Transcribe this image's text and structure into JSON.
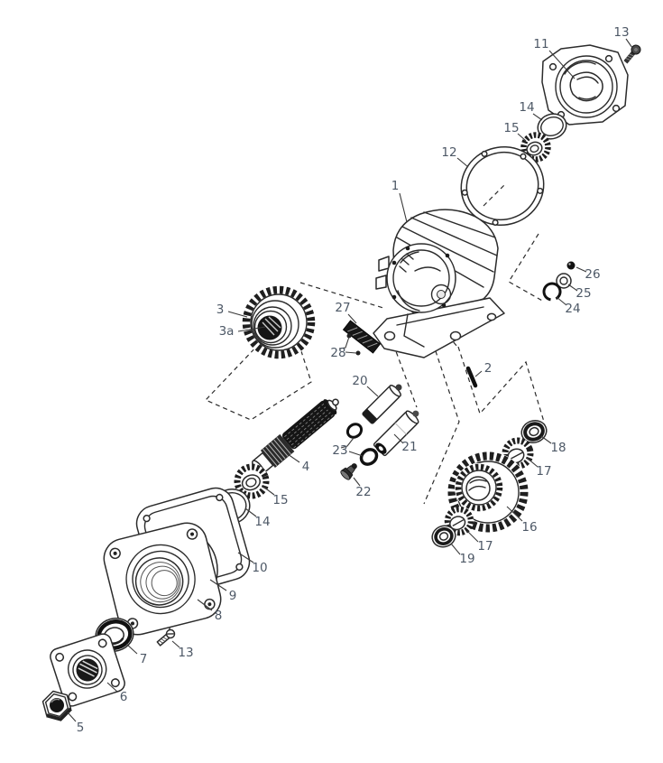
{
  "diagram": {
    "kind": "exploded-parts-diagram",
    "colors": {
      "background": "#ffffff",
      "line": "#2b2b2b",
      "dark_fill": "#1a1a1a",
      "label": "#4d5866"
    },
    "callouts": {
      "n1": "1",
      "n2": "2",
      "n3": "3",
      "n3a": "3a",
      "n4": "4",
      "n5": "5",
      "n6": "6",
      "n7": "7",
      "n8": "8",
      "n9": "9",
      "n10": "10",
      "n11": "11",
      "n12": "12",
      "n13a": "13",
      "n13b": "13",
      "n14a": "14",
      "n14b": "14",
      "n15a": "15",
      "n15b": "15",
      "n16": "16",
      "n17a": "17",
      "n17b": "17",
      "n18": "18",
      "n19": "19",
      "n20": "20",
      "n21": "21",
      "n22": "22",
      "n23": "23",
      "n24": "24",
      "n25": "25",
      "n26": "26",
      "n27": "27",
      "n28": "28"
    }
  }
}
